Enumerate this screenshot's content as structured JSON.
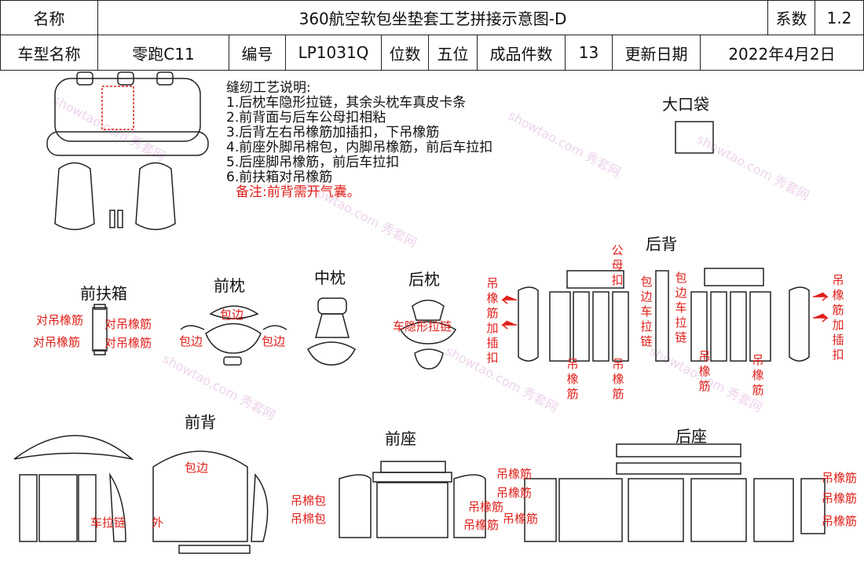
{
  "header": {
    "name_label": "名称",
    "title": "360航空软包坐垫套工艺拼接示意图-D",
    "coef_label": "系数",
    "coef_value": "1.2",
    "model_label": "车型名称",
    "model_value": "零跑C11",
    "code_label": "编号",
    "code_value": "LP1031Q",
    "seats_label": "位数",
    "seats_value": "五位",
    "pieces_label": "成品件数",
    "pieces_value": "13",
    "date_label": "更新日期",
    "date_value": "2022年4月2日"
  },
  "notes": {
    "title": "缝纫工艺说明:",
    "items": [
      "1.后枕车隐形拉链，其余头枕车真皮卡条",
      "2.前背面与后车公母扣相粘",
      "3.后背左右吊橡筋加插扣，下吊橡筋",
      "4.前座外脚吊棉包，内脚吊橡筋，前后车拉扣",
      "5.后座脚吊橡筋，前后车拉扣",
      "6.前扶箱对吊橡筋"
    ],
    "remark": "备注:前背需开气囊。"
  },
  "sections": {
    "big_bag": "大口袋",
    "front_armrest": "前扶箱",
    "front_pillow": "前枕",
    "mid_pillow": "中枕",
    "rear_pillow": "后枕",
    "rear_back": "后背",
    "front_back": "前背",
    "front_seat": "前座",
    "rear_seat": "后座"
  },
  "annotations": {
    "duidiao": "对吊橡筋",
    "baobian": "包边",
    "rear_zip": "车隐形拉链",
    "gongmukou": "公母扣",
    "bianche_lalian": "包边车拉链",
    "diao_xiangjin": "吊橡筋",
    "diao_jiacha": "吊橡筋加插扣",
    "che_lalian": "车拉链",
    "wai": "外",
    "diao_mianbao": "吊棉包"
  },
  "watermark": "showtao.com 秀套网",
  "colors": {
    "annotation": "#e0201b",
    "line": "#222222",
    "watermark": "#d9a0d8"
  }
}
